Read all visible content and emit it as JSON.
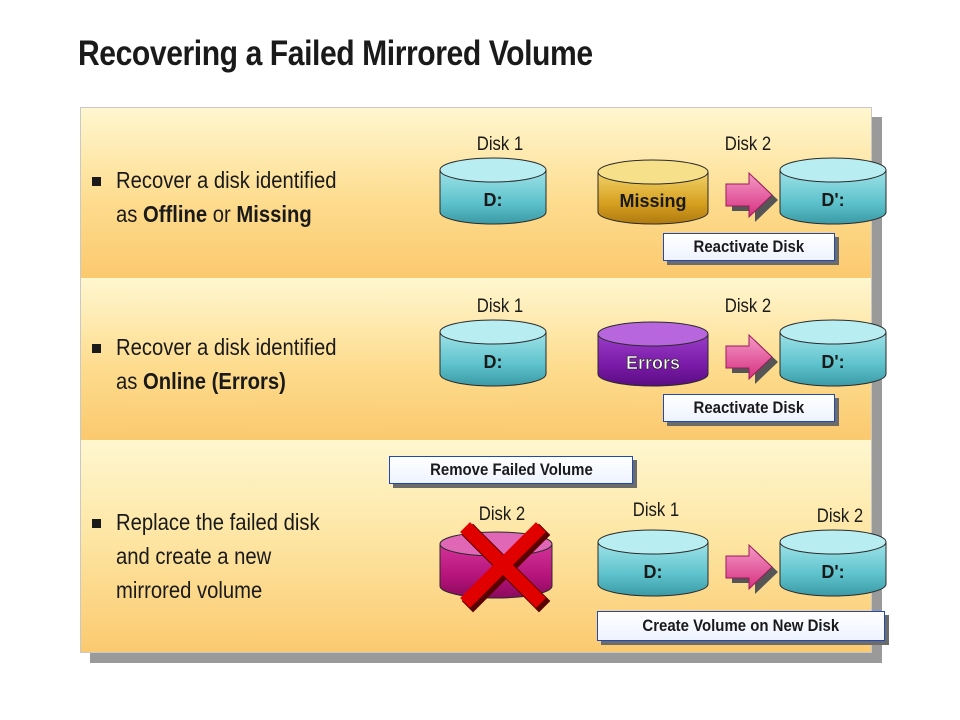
{
  "title": "Recovering a Failed Mirrored Volume",
  "colors": {
    "band_top": "#fff7d0",
    "band_bottom": "#fbc96e",
    "disk_teal": "#5ec2cc",
    "disk_gold": "#d6a020",
    "disk_purple": "#7a1aa8",
    "disk_magenta": "#b5137a",
    "arrow_pink": "#e0449a",
    "x_red": "#e00000",
    "button_border": "#1f49b5"
  },
  "sections": [
    {
      "bullet": {
        "line1": "Recover a disk identified",
        "line2_prefix": "as ",
        "bold1": "Offline",
        "mid": " or ",
        "bold2": "Missing"
      },
      "disk_a_label": "Disk 1",
      "disk_a_text": "D:",
      "disk_b_label": "Disk 2",
      "disk_b_text": "Missing",
      "disk_c_text": "D':",
      "action": "Reactivate Disk"
    },
    {
      "bullet": {
        "line1": "Recover a disk identified",
        "line2_prefix": "as ",
        "bold1": "Online (Errors)"
      },
      "disk_a_label": "Disk 1",
      "disk_a_text": "D:",
      "disk_b_label": "Disk 2",
      "disk_b_text": "Errors",
      "disk_c_text": "D':",
      "action": "Reactivate Disk"
    },
    {
      "bullet": {
        "line1": "Replace the failed disk",
        "line2": "and create a new",
        "line3": "mirrored volume"
      },
      "remove_action": "Remove Failed Volume",
      "failed_disk_label": "Disk 2",
      "disk_a_label": "Disk 1",
      "disk_a_text": "D:",
      "disk_c_label": "Disk 2",
      "disk_c_text": "D':",
      "action": "Create Volume on New Disk"
    }
  ]
}
